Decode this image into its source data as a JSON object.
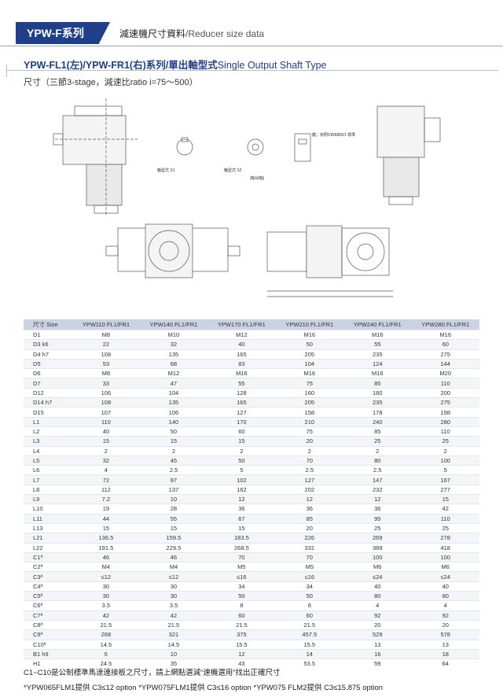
{
  "header": {
    "series": "YPW-F系列",
    "subtitle_cn": "減速機尺寸資料",
    "subtitle_en": "/Reducer size data"
  },
  "section": {
    "title_cn": "YPW-FL1(左)/YPW-FR1(右)系列/單出軸型式",
    "title_en": "Single Output Shaft Type"
  },
  "subtitle": "尺寸（三節3-stage，減速比ratio i=75～500）",
  "drawing_labels": {
    "shaft_s1": "軸型式 S1",
    "shaft_s2": "軸型式 S2",
    "output_shaft": "(輸出軸)",
    "key_note": "鍵，依照DIN6885/1 標準"
  },
  "table": {
    "headers": [
      "尺寸 Size",
      "YPW110 FL1/FR1",
      "YPW140 FL1/FR1",
      "YPW170 FL1/FR1",
      "YPW210 FL1/FR1",
      "YPW240 FL1/FR1",
      "YPW280 FL1/FR1"
    ],
    "rows": [
      [
        "D1",
        "M8",
        "M10",
        "M12",
        "M16",
        "M16",
        "M16"
      ],
      [
        "D3 k6",
        "22",
        "32",
        "40",
        "50",
        "55",
        "60"
      ],
      [
        "D4 h7",
        "108",
        "135",
        "165",
        "205",
        "235",
        "275"
      ],
      [
        "D5",
        "53",
        "68",
        "83",
        "104",
        "124",
        "144"
      ],
      [
        "D6",
        "M8",
        "M12",
        "M16",
        "M16",
        "M16",
        "M20"
      ],
      [
        "D7",
        "33",
        "47",
        "55",
        "75",
        "85",
        "110"
      ],
      [
        "D12",
        "106",
        "104",
        "128",
        "160",
        "180",
        "200"
      ],
      [
        "D14 h7",
        "108",
        "135",
        "165",
        "205",
        "235",
        "275"
      ],
      [
        "D15",
        "107",
        "106",
        "127",
        "158",
        "178",
        "198"
      ],
      [
        "L1",
        "110",
        "140",
        "170",
        "210",
        "240",
        "280"
      ],
      [
        "L2",
        "40",
        "50",
        "60",
        "75",
        "85",
        "110"
      ],
      [
        "L3",
        "15",
        "15",
        "15",
        "20",
        "25",
        "25"
      ],
      [
        "L4",
        "2",
        "2",
        "2",
        "2",
        "2",
        "2"
      ],
      [
        "L5",
        "32",
        "45",
        "50",
        "70",
        "80",
        "100"
      ],
      [
        "L6",
        "4",
        "2.5",
        "5",
        "2.5",
        "2.5",
        "5"
      ],
      [
        "L7",
        "72",
        "87",
        "102",
        "127",
        "147",
        "167"
      ],
      [
        "L8",
        "112",
        "137",
        "162",
        "202",
        "232",
        "277"
      ],
      [
        "L9",
        "7.2",
        "10",
        "12",
        "12",
        "12",
        "15"
      ],
      [
        "L10",
        "19",
        "28",
        "36",
        "36",
        "36",
        "42"
      ],
      [
        "L11",
        "44",
        "55",
        "67",
        "85",
        "95",
        "110"
      ],
      [
        "L13",
        "15",
        "15",
        "15",
        "20",
        "25",
        "25"
      ],
      [
        "L21",
        "136.5",
        "159.5",
        "183.5",
        "226",
        "269",
        "278"
      ],
      [
        "L22",
        "191.5",
        "229.5",
        "268.5",
        "331",
        "389",
        "418"
      ],
      [
        "C1ª",
        "46",
        "46",
        "70",
        "70",
        "100",
        "100"
      ],
      [
        "C2ª",
        "M4",
        "M4",
        "M5",
        "M5",
        "M6",
        "M6"
      ],
      [
        "C3ª",
        "≤12",
        "≤12",
        "≤16",
        "≤16",
        "≤24",
        "≤24"
      ],
      [
        "C4ª",
        "30",
        "30",
        "34",
        "34",
        "40",
        "40"
      ],
      [
        "C5ª",
        "30",
        "30",
        "50",
        "50",
        "80",
        "80"
      ],
      [
        "C6ª",
        "3.5",
        "3.5",
        "8",
        "8",
        "4",
        "4"
      ],
      [
        "C7ª",
        "42",
        "42",
        "60",
        "60",
        "92",
        "92"
      ],
      [
        "C8ª",
        "21.5",
        "21.5",
        "21.5",
        "21.5",
        "20",
        "20"
      ],
      [
        "C9ª",
        "268",
        "321",
        "375",
        "457.5",
        "529",
        "578"
      ],
      [
        "C10ª",
        "14.5",
        "14.5",
        "15.5",
        "15.5",
        "13",
        "13"
      ],
      [
        "B1 h9",
        "6",
        "10",
        "12",
        "14",
        "16",
        "18"
      ],
      [
        "H1",
        "24.5",
        "35",
        "43",
        "53.5",
        "59",
        "64"
      ]
    ]
  },
  "notes": {
    "line1": "C1~C10是公制標準馬達連接板之尺寸，請上網點選減“速機選用”找出正確尺寸",
    "line2": "*YPW065FLM1提供  C3≤12 option  *YPW075FLM1提供  C3≤16 option  *YPW075 FLM2提供  C3≤15.875 option"
  },
  "colors": {
    "accent": "#1f3f8a",
    "table_header": "#c9d3e3"
  }
}
